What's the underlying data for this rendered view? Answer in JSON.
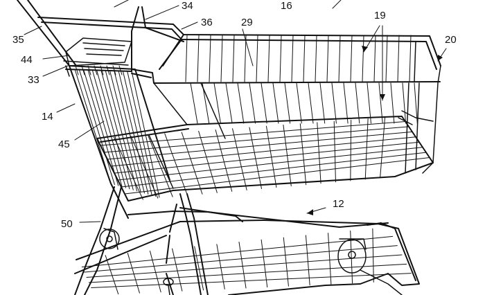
{
  "figure": {
    "reference_labels": [
      {
        "id": "ref-16",
        "text": "16"
      },
      {
        "id": "ref-34",
        "text": "34"
      },
      {
        "id": "ref-36",
        "text": "36"
      },
      {
        "id": "ref-29",
        "text": "29"
      },
      {
        "id": "ref-19",
        "text": "19"
      },
      {
        "id": "ref-20",
        "text": "20"
      },
      {
        "id": "ref-35",
        "text": "35"
      },
      {
        "id": "ref-44",
        "text": "44"
      },
      {
        "id": "ref-33",
        "text": "33"
      },
      {
        "id": "ref-14",
        "text": "14"
      },
      {
        "id": "ref-45",
        "text": "45"
      },
      {
        "id": "ref-12",
        "text": "12"
      },
      {
        "id": "ref-50",
        "text": "50"
      }
    ]
  }
}
